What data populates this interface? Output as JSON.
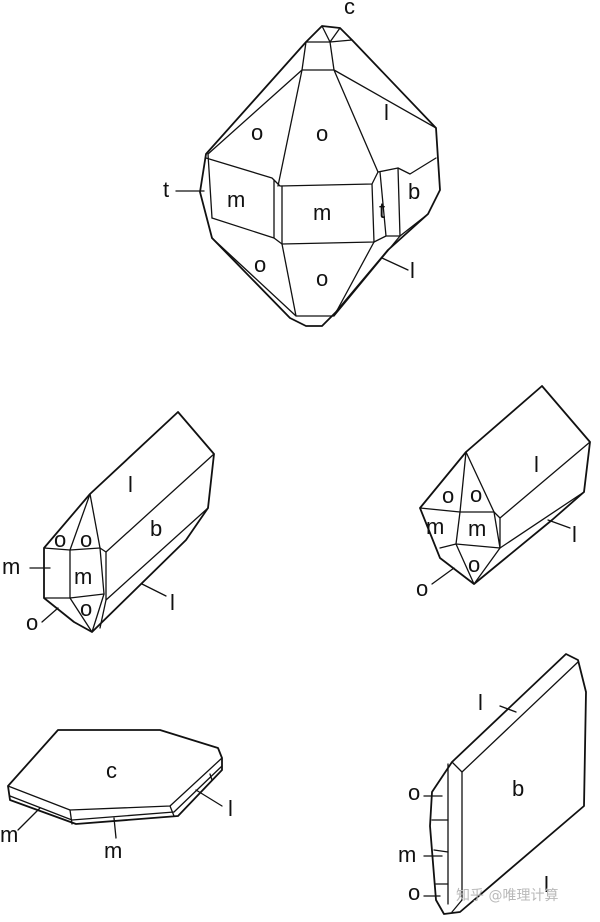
{
  "labels": {
    "c": "c",
    "o": "o",
    "l": "l",
    "t": "t",
    "m": "m",
    "b": "b"
  },
  "watermark": "知乎 @唯理计算"
}
